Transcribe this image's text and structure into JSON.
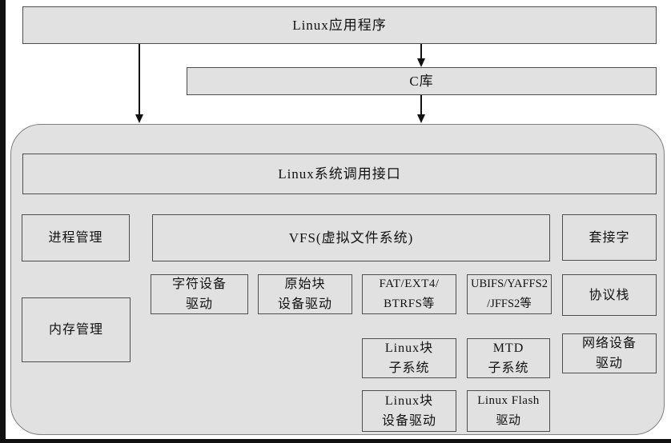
{
  "colors": {
    "box_fill": "#e1e1e1",
    "box_border": "#4d4d4d",
    "kernel_border": "#7f7f7f",
    "arrow": "#111111",
    "frame_bar": "#111111"
  },
  "nodes": {
    "app": {
      "label": "Linux应用程序"
    },
    "clib": {
      "label": "C库"
    },
    "syscall": {
      "label": "Linux系统调用接口"
    },
    "process": {
      "label": "进程管理"
    },
    "memory": {
      "label": "内存管理"
    },
    "vfs": {
      "label": "VFS(虚拟文件系统)"
    },
    "socket": {
      "label": "套接字"
    },
    "chardev": {
      "label": "字符设备\n驱动"
    },
    "rawblock": {
      "label": "原始块\n设备驱动"
    },
    "fat": {
      "label": "FAT/EXT4/\nBTRFS等"
    },
    "ubifs": {
      "label": "UBIFS/YAFFS2\n/JFFS2等"
    },
    "protocol": {
      "label": "协议栈"
    },
    "blocksub": {
      "label": "Linux块\n子系统"
    },
    "mtdsub": {
      "label": "MTD\n子系统"
    },
    "netdrv": {
      "label": "网络设备\n驱动"
    },
    "blockdrv": {
      "label": "Linux块\n设备驱动"
    },
    "flashdrv": {
      "label": "Linux Flash\n驱动"
    }
  }
}
